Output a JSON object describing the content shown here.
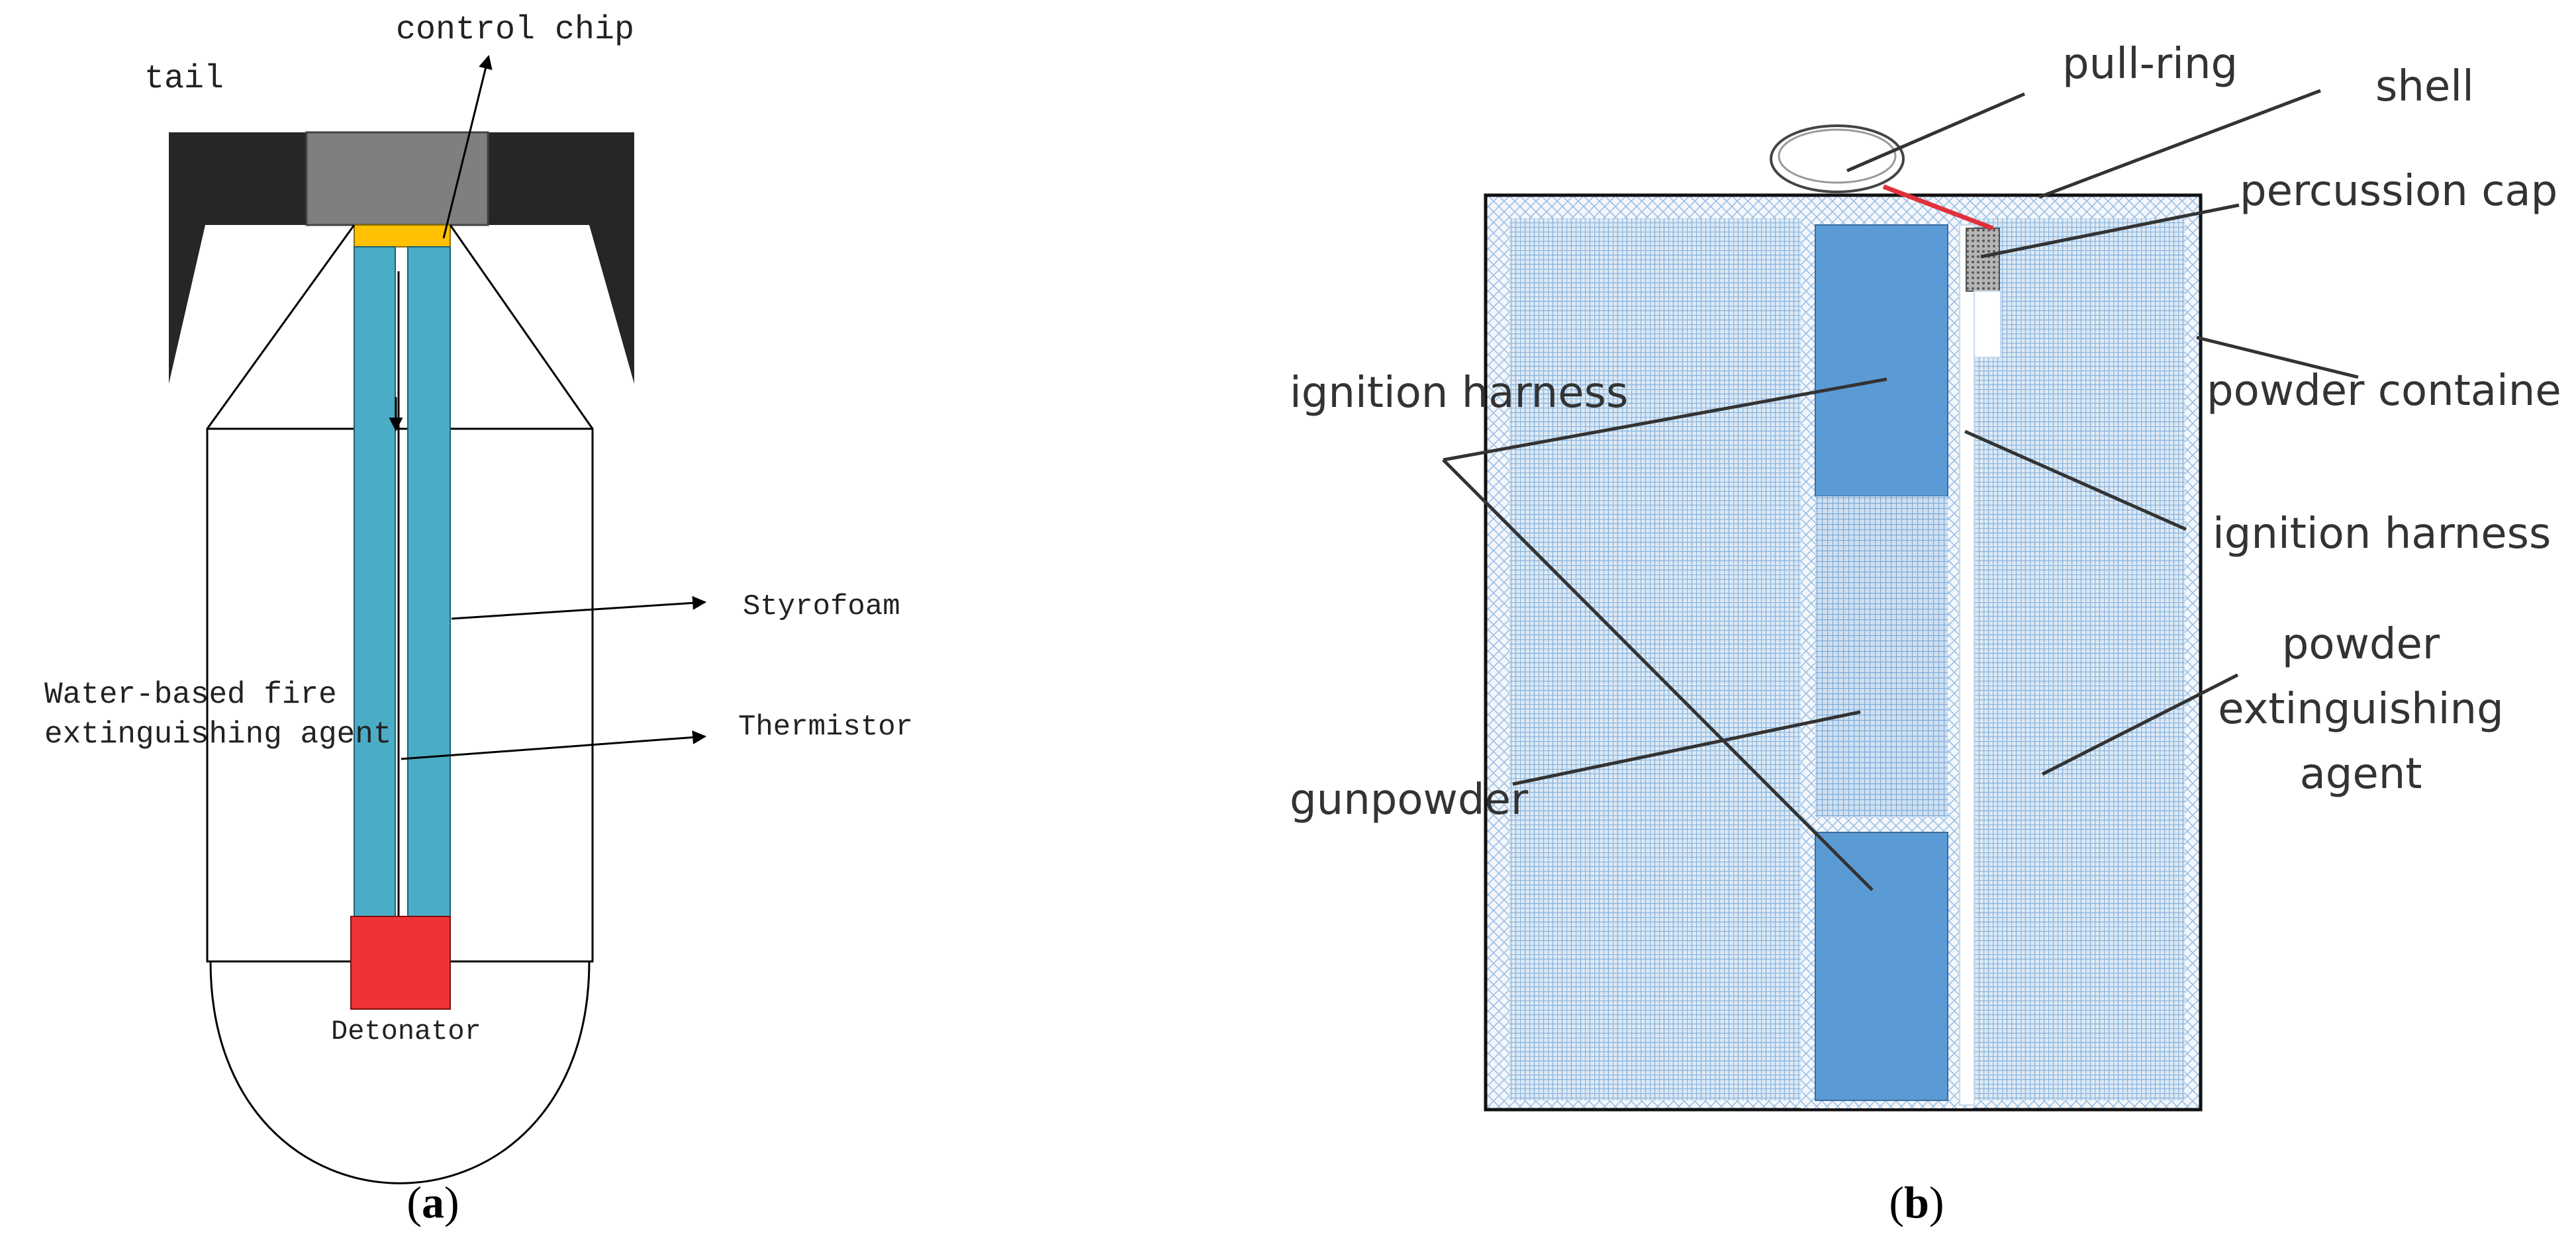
{
  "panel_a": {
    "caption_prefix": "(",
    "caption_letter": "a",
    "caption_suffix": ")",
    "labels": {
      "tail": "tail",
      "control_chip": "control chip",
      "styrofoam": "Styrofoam",
      "agent_line1": "Water-based fire",
      "agent_line2": "extinguishing agent",
      "thermistor": "Thermistor",
      "detonator": "Detonator"
    },
    "colors": {
      "fins": "#262626",
      "chip": "#7f7f7f",
      "chip_base": "#ffc000",
      "tubes": "#4bacc6",
      "detonator": "#ee3337"
    }
  },
  "panel_b": {
    "caption_prefix": "(",
    "caption_letter": "b",
    "caption_suffix": ")",
    "labels": {
      "pull_ring": "pull-ring",
      "shell": "shell",
      "percussion_cap": "percussion cap",
      "ignition_harness_left": "ignition harness",
      "powder_container": "powder containe",
      "ignition_harness_right": "ignition harness",
      "powder_line1": "powder",
      "powder_line2": "extinguishing",
      "powder_line3": "agent",
      "gunpowder": "gunpowder"
    },
    "colors": {
      "powder_fill": "#dbe8f4",
      "mesh_lines": "#8fb8de",
      "harness": "#5b9bd5",
      "gunpowder_fill": "#c9dcee",
      "wire": "#e0303a",
      "cap": "#8c8c8c"
    }
  }
}
